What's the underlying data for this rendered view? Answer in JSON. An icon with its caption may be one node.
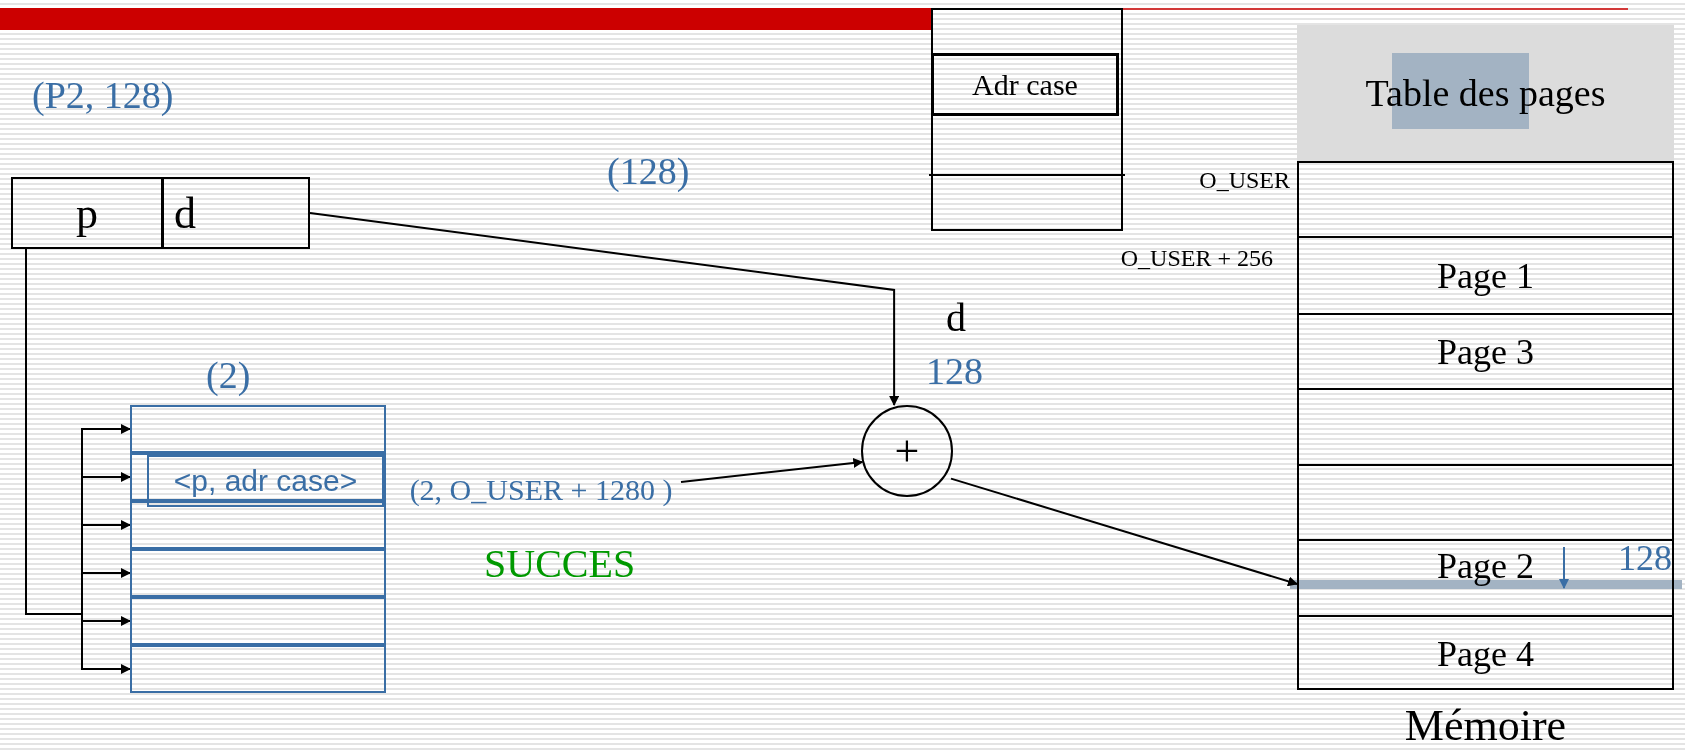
{
  "diagram": {
    "nodes": [
      {
        "text": [
          "p"
        ]
      },
      {
        "text": [
          "d"
        ]
      },
      {
        "text": [],
        "shape": "box"
      },
      {
        "text": [],
        "shape": "box",
        "in": 2
      },
      {
        "text": [],
        "shape": "box",
        "in": 2
      },
      {
        "text": [],
        "shape": "box",
        "in": 2
      },
      {
        "text": [],
        "shape": "box",
        "in": 2
      },
      {
        "text": [],
        "shape": "box",
        "in": 2
      },
      {
        "text": [],
        "shape": "box",
        "in": 2
      },
      {
        "text": [
          "<p, adr case>"
        ],
        "in": 4
      },
      {
        "text": [
          "+"
        ]
      },
      {
        "text": [
          "(2, O_USER + 1280 )"
        ]
      },
      {
        "text": [],
        "shape": "box"
      },
      {
        "text": [
          "Adr case"
        ],
        "in": 12
      },
      {
        "text": [],
        "shape": "box",
        "beside": [
          "Mémoire"
        ]
      },
      {
        "text": [
          "Table des pages"
        ],
        "in": 14
      },
      {
        "text": [],
        "shape": "box",
        "in": 14
      },
      {
        "text": [
          "Page 1"
        ],
        "in": 14
      },
      {
        "text": [
          "Page 3"
        ],
        "in": 14
      },
      {
        "text": [],
        "shape": "box",
        "in": 14
      },
      {
        "text": [],
        "shape": "box",
        "in": 14
      },
      {
        "text": [
          "Page 2"
        ],
        "in": 14
      },
      {
        "text": [
          "Page 4"
        ],
        "in": 14
      }
    ],
    "edges": [
      {
        "from": 0,
        "to": 3,
        "arrow": "to"
      },
      {
        "from": 0,
        "to": 4,
        "arrow": "to"
      },
      {
        "from": 0,
        "to": 5,
        "arrow": "to"
      },
      {
        "from": 0,
        "to": 6,
        "arrow": "to"
      },
      {
        "from": 0,
        "to": 7,
        "arrow": "to"
      },
      {
        "from": 0,
        "to": 8,
        "arrow": "to"
      },
      {
        "from": 1,
        "to": 10,
        "arrow": "to"
      },
      {
        "from": 11,
        "to": 10,
        "arrow": "to"
      },
      {
        "from": 10,
        "to": 21,
        "arrow": "to"
      }
    ],
    "labels": [
      "(P2, 128)",
      "(128)",
      "O_USER",
      "O_USER + 256",
      "d",
      "(2)",
      "128",
      "SUCCES",
      "128"
    ]
  }
}
